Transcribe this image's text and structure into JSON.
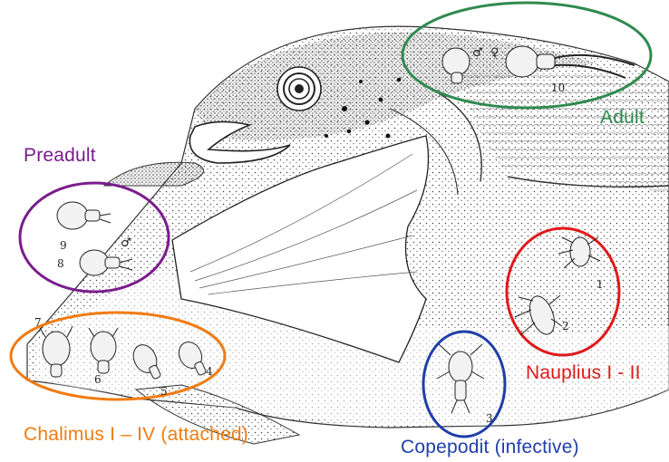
{
  "labels": {
    "adult": "Adult",
    "preadult": "Preadult",
    "nauplius": "Nauplius I - II",
    "copepodit": "Copepodit (infective)",
    "chalimus": "Chalimus I – IV (attached)"
  },
  "numbers": [
    "1",
    "2",
    "3",
    "4",
    "5",
    "6",
    "7",
    "8",
    "9",
    "10"
  ],
  "symbols": {
    "male": "♂",
    "female": "♀"
  },
  "colors": {
    "adult": "#2f8a4f",
    "preadult": "#7a1c8c",
    "nauplius": "#e0191b",
    "copepodit": "#1f3fa8",
    "chalimus": "#f07c12"
  }
}
